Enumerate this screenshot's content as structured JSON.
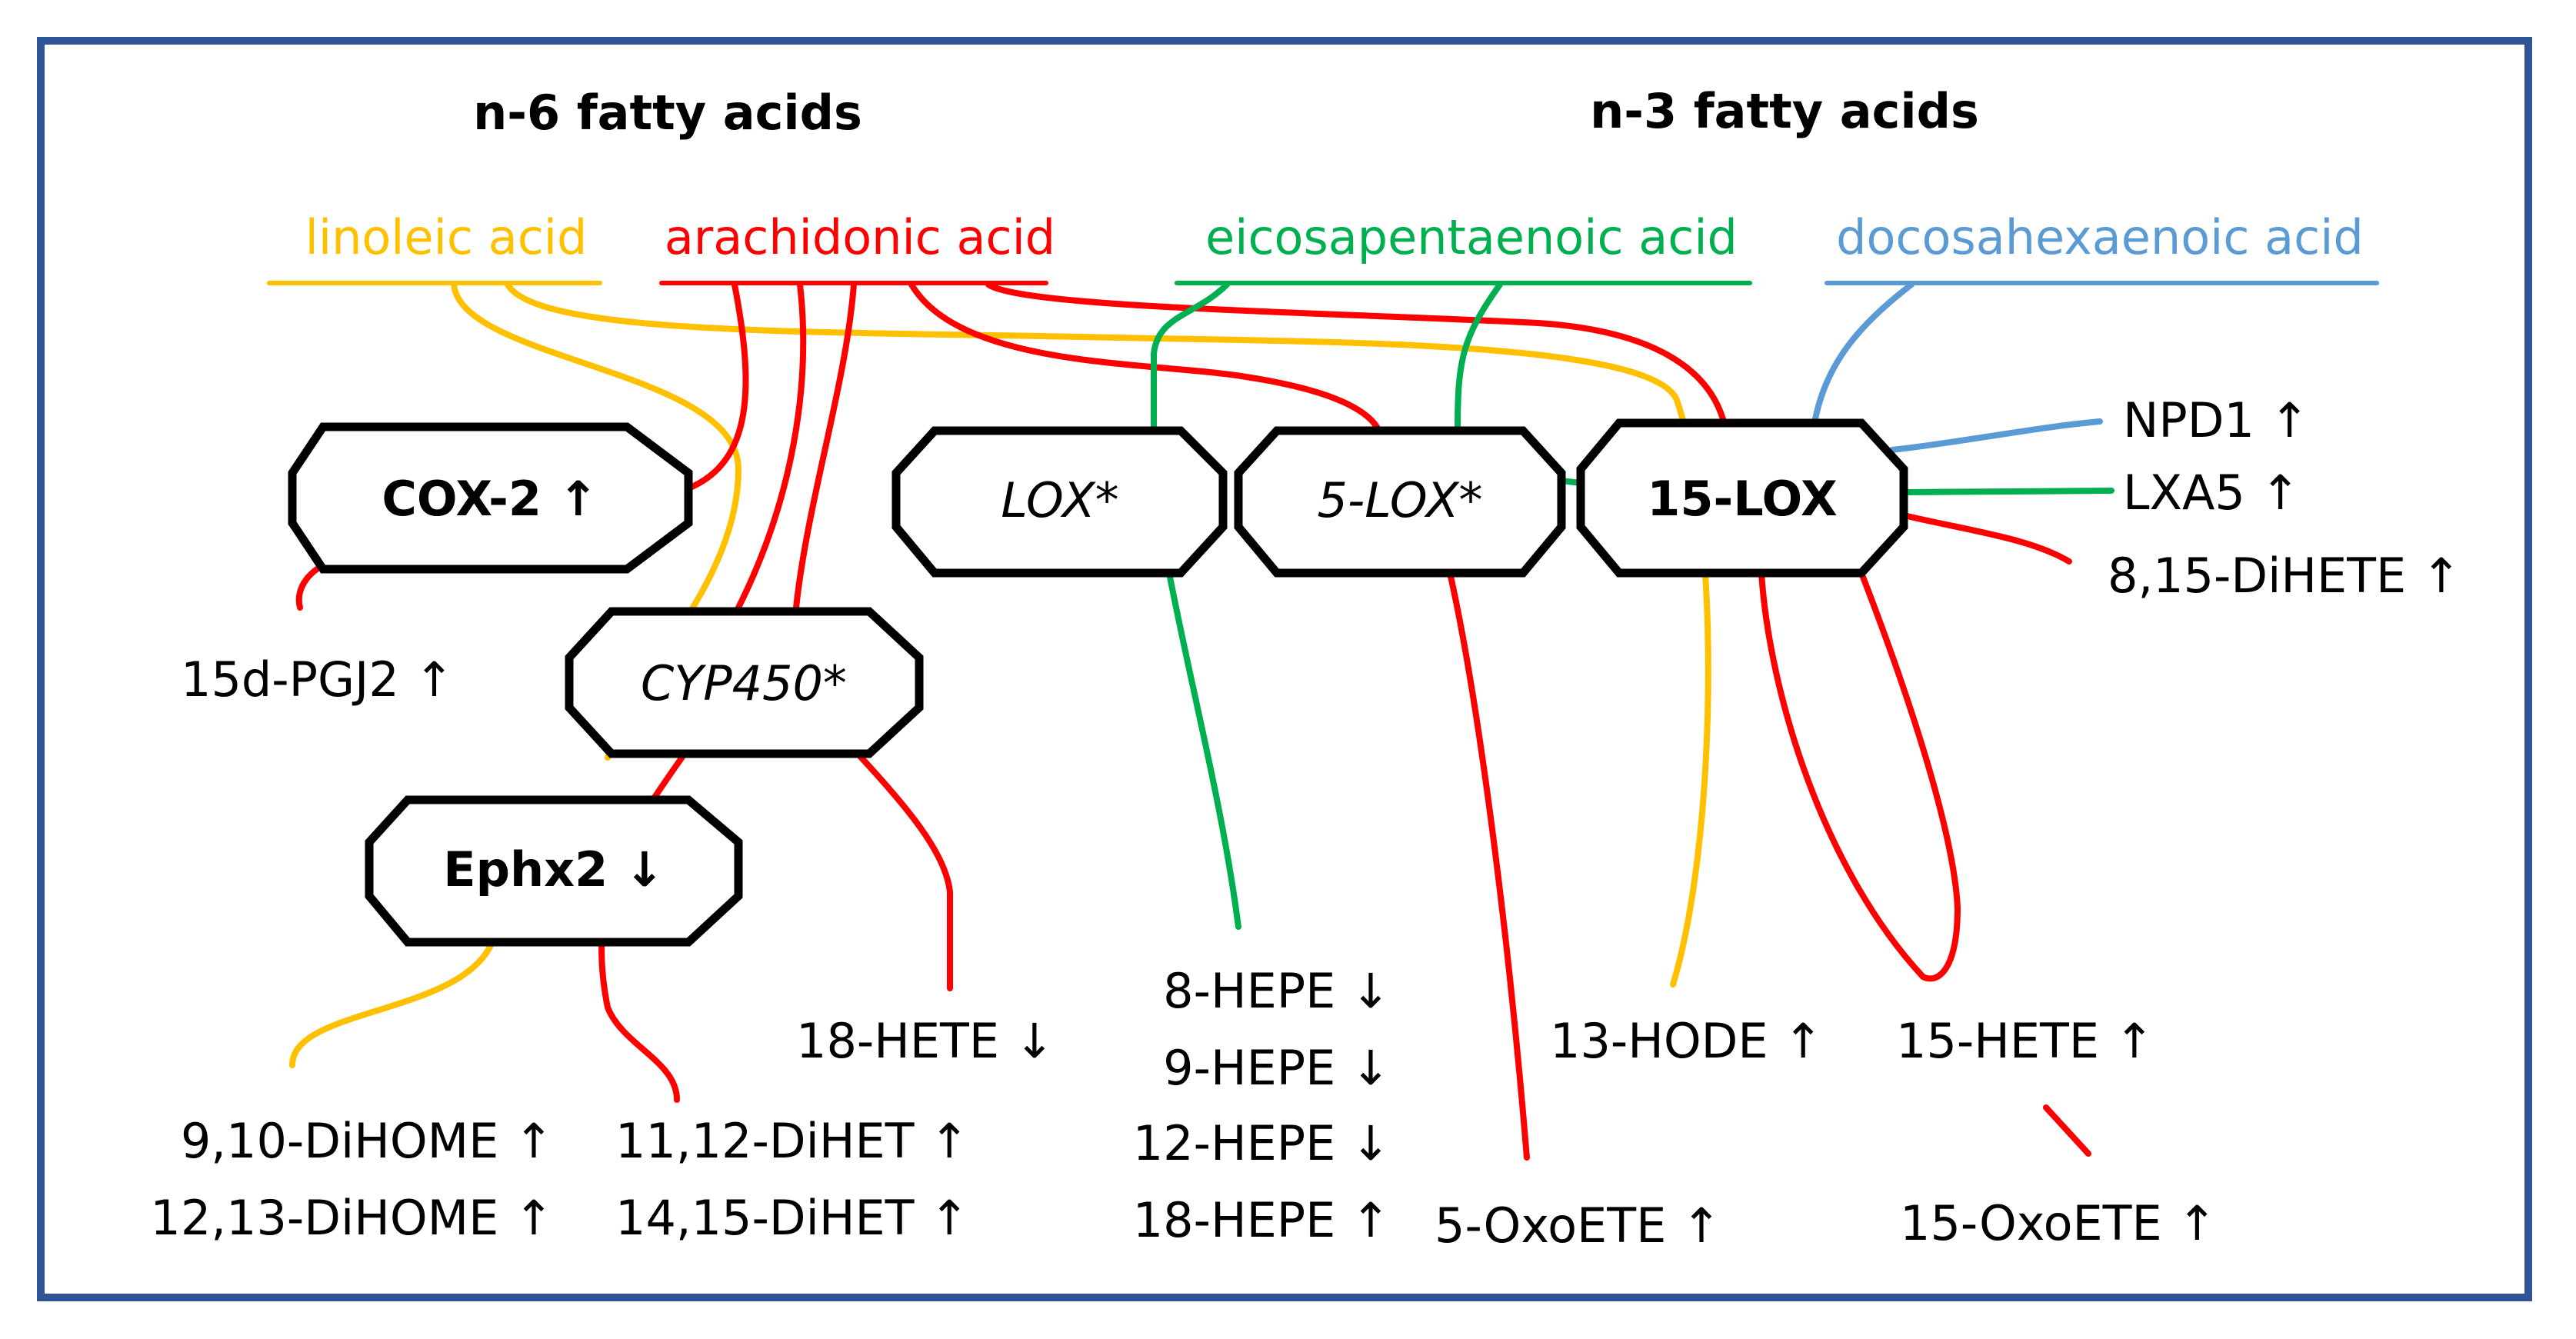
{
  "colors": {
    "frame": "#2f5597",
    "linoleic": "#ffc000",
    "arachidonic": "#ff0000",
    "epa": "#00b050",
    "dha": "#5b9bd5",
    "box_stroke": "#000000"
  },
  "groups": {
    "n6": "n-6 fatty acids",
    "n3": "n-3 fatty acids"
  },
  "acids": {
    "linoleic": "linoleic acid",
    "arachidonic": "arachidonic acid",
    "epa": "eicosapentaenoic acid",
    "dha": "docosahexaenoic acid"
  },
  "enzymes": {
    "cox2": "COX-2 ↑",
    "cyp450": "CYP450*",
    "ephx2": "Ephx2 ↓",
    "lox": "LOX*",
    "lox5": "5-LOX*",
    "lox15": "15-LOX"
  },
  "metabolites": {
    "pgj2": "15d-PGJ2 ↑",
    "dihome910": "9,10-DiHOME ↑",
    "dihome1213": "12,13-DiHOME ↑",
    "dihet1112": "11,12-DiHET ↑",
    "dihet1415": "14,15-DiHET ↑",
    "hete18": "18-HETE ↓",
    "hepe8": "8-HEPE ↓",
    "hepe9": "9-HEPE ↓",
    "hepe12": "12-HEPE ↓",
    "hepe18": "18-HEPE ↑",
    "oxoete5": "5-OxoETE ↑",
    "hode13": "13-HODE ↑",
    "hete15": "15-HETE ↑",
    "oxoete15": "15-OxoETE ↑",
    "npd1": "NPD1 ↑",
    "lxa5": "LXA5 ↑",
    "dihete815": "8,15-DiHETE ↑"
  }
}
